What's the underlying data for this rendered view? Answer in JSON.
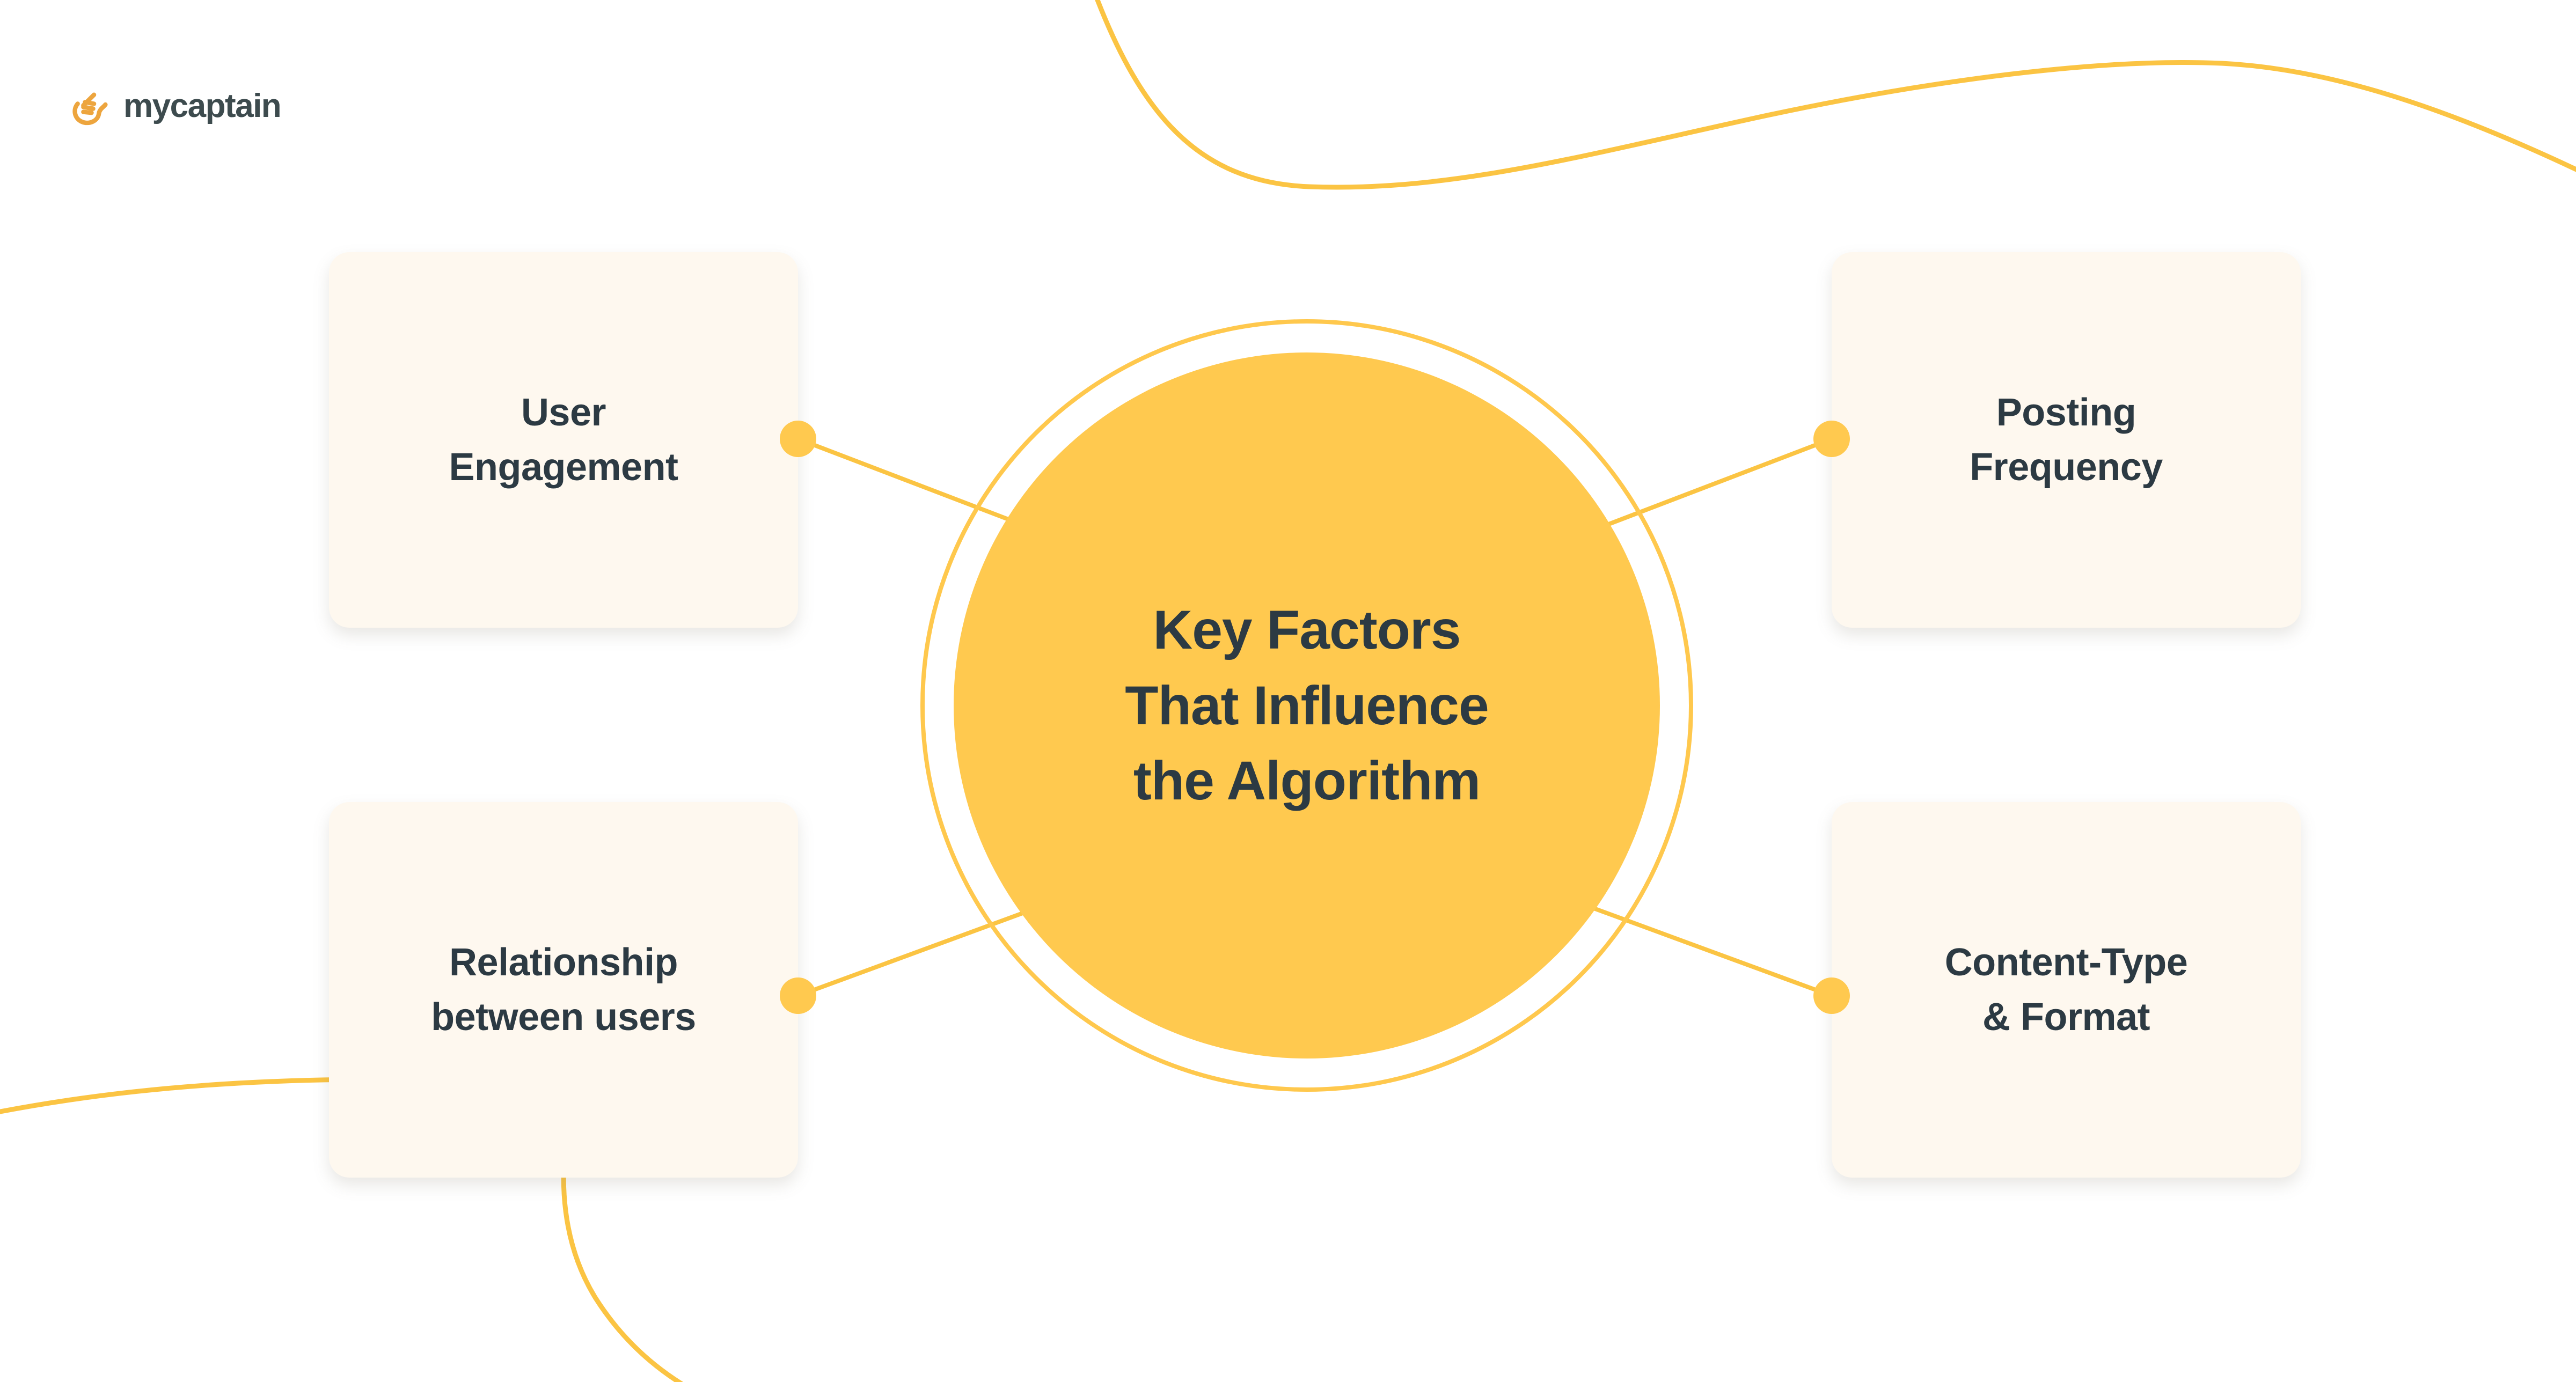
{
  "brand": {
    "name": "mycaptain",
    "logo_icon": "shaka-hand-icon",
    "logo_color": "#EDA53E",
    "wordmark_color": "#3D4B4E"
  },
  "theme": {
    "page_background": "#FFFFFF",
    "accent_yellow": "#FFC94F",
    "ring_yellow": "#FFC84D",
    "card_background": "#FEF8EF",
    "text_dark": "#2C3A43",
    "decor_line": "#F9C council"
  },
  "hub": {
    "title": "Key Factors That Influence the Algorithm",
    "title_lines": [
      "Key Factors",
      "That Influence",
      "the Algorithm"
    ],
    "shape": "circle",
    "has_outer_ring": true
  },
  "factors": [
    {
      "id": "user-engagement",
      "label": "User Engagement",
      "label_lines": [
        "User",
        "Engagement"
      ],
      "position": "top-left",
      "connector_side": "right"
    },
    {
      "id": "posting-frequency",
      "label": "Posting Frequency",
      "label_lines": [
        "Posting",
        "Frequency"
      ],
      "position": "top-right",
      "connector_side": "left"
    },
    {
      "id": "relationship-between-users",
      "label": "Relationship between users",
      "label_lines": [
        "Relationship",
        "between users"
      ],
      "position": "bottom-left",
      "connector_side": "right"
    },
    {
      "id": "content-type-and-format",
      "label": "Content-Type & Format",
      "label_lines": [
        "Content-Type",
        "& Format"
      ],
      "position": "bottom-right",
      "connector_side": "left"
    }
  ],
  "decorations": [
    {
      "id": "wave-top",
      "description": "yellow wavy line across top-right"
    },
    {
      "id": "wave-bottom-left",
      "description": "yellow curve entering from left edge below"
    },
    {
      "id": "wave-bottom",
      "description": "yellow curve descending to bottom edge"
    }
  ]
}
